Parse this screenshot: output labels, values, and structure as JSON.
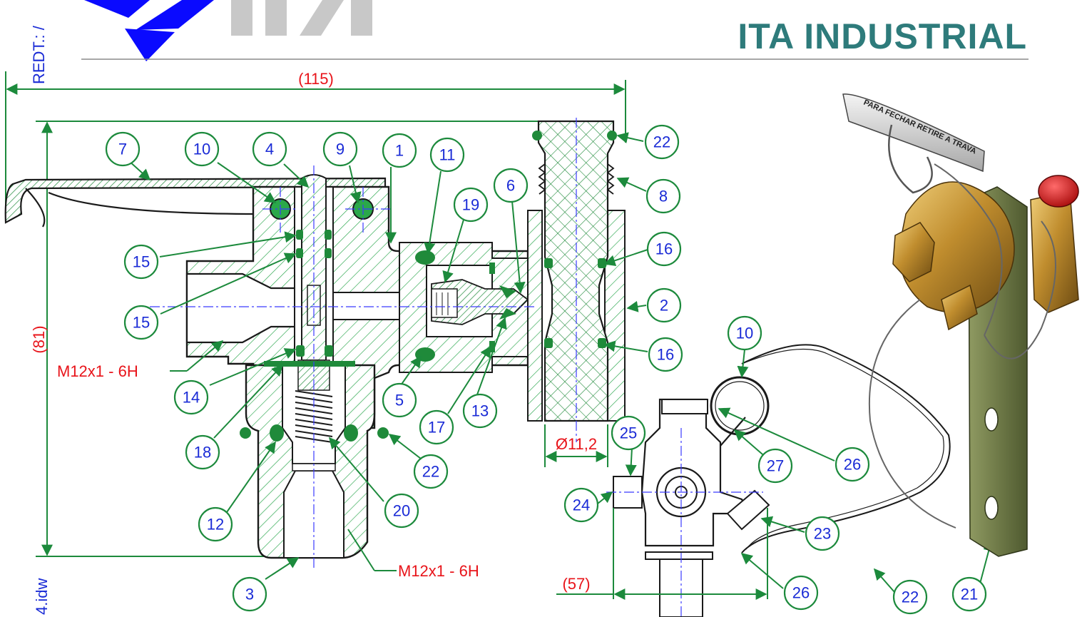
{
  "header": {
    "company_name": "ITA INDUSTRIAL",
    "side_text_top": "REDT.: /",
    "side_text_bottom": "4.idw"
  },
  "dimensions": {
    "width": "(115)",
    "height": "(81)",
    "diameter": "Ø11,2",
    "width_small": "(57)"
  },
  "threads": {
    "upper": "M12x1 - 6H",
    "lower": "M12x1 - 6H"
  },
  "balloons": [
    {
      "id": "b7",
      "label": "7"
    },
    {
      "id": "b10a",
      "label": "10"
    },
    {
      "id": "b4",
      "label": "4"
    },
    {
      "id": "b9",
      "label": "9"
    },
    {
      "id": "b1",
      "label": "1"
    },
    {
      "id": "b11",
      "label": "11"
    },
    {
      "id": "b19",
      "label": "19"
    },
    {
      "id": "b6",
      "label": "6"
    },
    {
      "id": "b22a",
      "label": "22"
    },
    {
      "id": "b8",
      "label": "8"
    },
    {
      "id": "b16a",
      "label": "16"
    },
    {
      "id": "b2",
      "label": "2"
    },
    {
      "id": "b16b",
      "label": "16"
    },
    {
      "id": "b15a",
      "label": "15"
    },
    {
      "id": "b15b",
      "label": "15"
    },
    {
      "id": "b14",
      "label": "14"
    },
    {
      "id": "b18",
      "label": "18"
    },
    {
      "id": "b12",
      "label": "12"
    },
    {
      "id": "b3",
      "label": "3"
    },
    {
      "id": "b20",
      "label": "20"
    },
    {
      "id": "b22b",
      "label": "22"
    },
    {
      "id": "b5",
      "label": "5"
    },
    {
      "id": "b17",
      "label": "17"
    },
    {
      "id": "b13",
      "label": "13"
    },
    {
      "id": "b25",
      "label": "25"
    },
    {
      "id": "b10b",
      "label": "10"
    },
    {
      "id": "b27",
      "label": "27"
    },
    {
      "id": "b26a",
      "label": "26"
    },
    {
      "id": "b24",
      "label": "24"
    },
    {
      "id": "b23",
      "label": "23"
    },
    {
      "id": "b26b",
      "label": "26"
    },
    {
      "id": "b22c",
      "label": "22"
    },
    {
      "id": "b21",
      "label": "21"
    }
  ],
  "iso_label": "PARA FECHAR RETIRE A TRAVA",
  "colors": {
    "company": "#2e7b7b",
    "balloon_stroke": "#1c8a3c",
    "balloon_text": "#1a2bd6",
    "dimension_text": "#e8141a",
    "logo_blue": "#0a0aff",
    "brass": "#b8862b"
  }
}
